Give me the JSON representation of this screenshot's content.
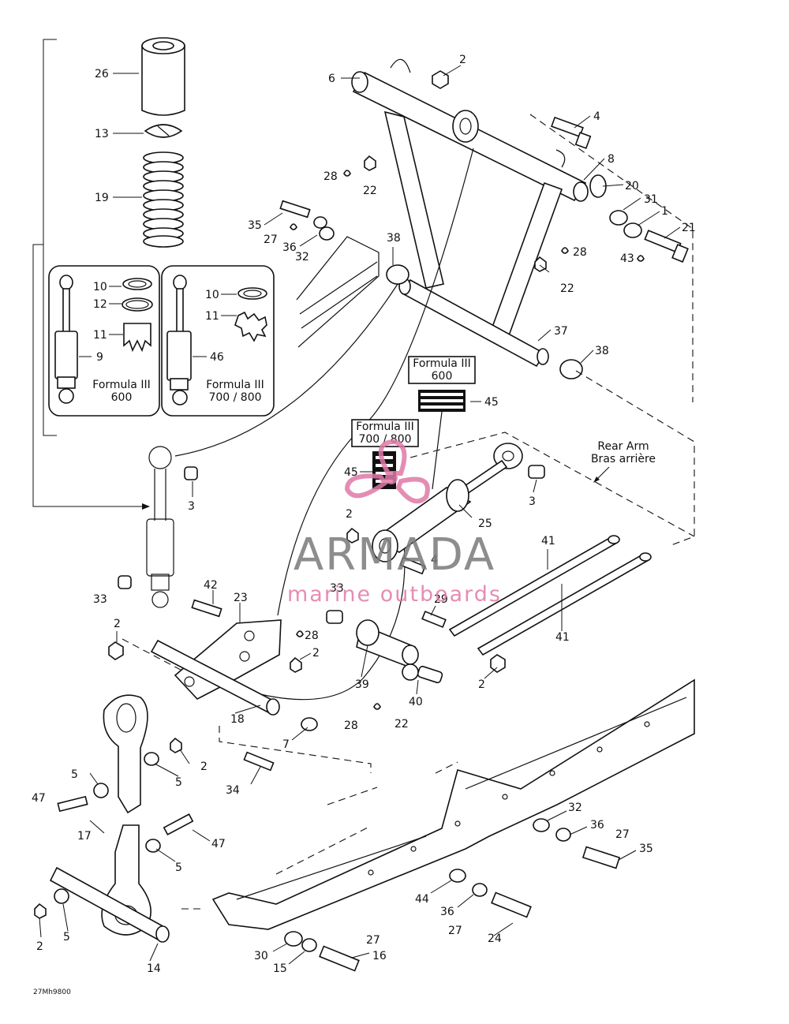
{
  "callouts": [
    {
      "id": "c26",
      "text": "26"
    },
    {
      "id": "c13",
      "text": "13"
    },
    {
      "id": "c19",
      "text": "19"
    },
    {
      "id": "c10a",
      "text": "10"
    },
    {
      "id": "c12",
      "text": "12"
    },
    {
      "id": "c11a",
      "text": "11"
    },
    {
      "id": "c9",
      "text": "9"
    },
    {
      "id": "c10b",
      "text": "10"
    },
    {
      "id": "c11b",
      "text": "11"
    },
    {
      "id": "c46",
      "text": "46"
    },
    {
      "id": "c6",
      "text": "6"
    },
    {
      "id": "c2a",
      "text": "2"
    },
    {
      "id": "c4a",
      "text": "4"
    },
    {
      "id": "c8",
      "text": "8"
    },
    {
      "id": "c20",
      "text": "20"
    },
    {
      "id": "c31",
      "text": "31"
    },
    {
      "id": "c1",
      "text": "1"
    },
    {
      "id": "c21",
      "text": "21"
    },
    {
      "id": "c43",
      "text": "43"
    },
    {
      "id": "c28a",
      "text": "28"
    },
    {
      "id": "c22a",
      "text": "22"
    },
    {
      "id": "c35a",
      "text": "35"
    },
    {
      "id": "c27a",
      "text": "27"
    },
    {
      "id": "c36a",
      "text": "36"
    },
    {
      "id": "c32a",
      "text": "32"
    },
    {
      "id": "c38a",
      "text": "38"
    },
    {
      "id": "c28b",
      "text": "28"
    },
    {
      "id": "c22b",
      "text": "22"
    },
    {
      "id": "c37",
      "text": "37"
    },
    {
      "id": "c38b",
      "text": "38"
    },
    {
      "id": "c45a",
      "text": "45"
    },
    {
      "id": "c45b",
      "text": "45"
    },
    {
      "id": "c3a",
      "text": "3"
    },
    {
      "id": "c3b",
      "text": "3"
    },
    {
      "id": "c25",
      "text": "25"
    },
    {
      "id": "c2b",
      "text": "2"
    },
    {
      "id": "c4b",
      "text": "4"
    },
    {
      "id": "c41a",
      "text": "41"
    },
    {
      "id": "c41b",
      "text": "41"
    },
    {
      "id": "c33a",
      "text": "33"
    },
    {
      "id": "c42",
      "text": "42"
    },
    {
      "id": "c23",
      "text": "23"
    },
    {
      "id": "c33b",
      "text": "33"
    },
    {
      "id": "c29",
      "text": "29"
    },
    {
      "id": "c2c",
      "text": "2"
    },
    {
      "id": "c28c",
      "text": "28"
    },
    {
      "id": "c2d",
      "text": "2"
    },
    {
      "id": "c39",
      "text": "39"
    },
    {
      "id": "c40",
      "text": "40"
    },
    {
      "id": "c2e",
      "text": "2"
    },
    {
      "id": "c18",
      "text": "18"
    },
    {
      "id": "c7",
      "text": "7"
    },
    {
      "id": "c28d",
      "text": "28"
    },
    {
      "id": "c22c",
      "text": "22"
    },
    {
      "id": "c2f",
      "text": "2"
    },
    {
      "id": "c5a",
      "text": "5"
    },
    {
      "id": "c5b",
      "text": "5"
    },
    {
      "id": "c34",
      "text": "34"
    },
    {
      "id": "c47a",
      "text": "47"
    },
    {
      "id": "c17",
      "text": "17"
    },
    {
      "id": "c47b",
      "text": "47"
    },
    {
      "id": "c5c",
      "text": "5"
    },
    {
      "id": "c2g",
      "text": "2"
    },
    {
      "id": "c5d",
      "text": "5"
    },
    {
      "id": "c14",
      "text": "14"
    },
    {
      "id": "c32b",
      "text": "32"
    },
    {
      "id": "c36b",
      "text": "36"
    },
    {
      "id": "c27b",
      "text": "27"
    },
    {
      "id": "c35b",
      "text": "35"
    },
    {
      "id": "c44",
      "text": "44"
    },
    {
      "id": "c36c",
      "text": "36"
    },
    {
      "id": "c27c",
      "text": "27"
    },
    {
      "id": "c24",
      "text": "24"
    },
    {
      "id": "c30",
      "text": "30"
    },
    {
      "id": "c27d",
      "text": "27"
    },
    {
      "id": "c15",
      "text": "15"
    },
    {
      "id": "c16",
      "text": "16"
    }
  ],
  "variant_labels": {
    "box_600": {
      "line1": "Formula III",
      "line2": "600"
    },
    "box_700": {
      "line1": "Formula III",
      "line2": "700 / 800"
    },
    "tag_600": {
      "line1": "Formula III",
      "line2": "600"
    },
    "tag_700": {
      "line1": "Formula III",
      "line2": "700 / 800"
    }
  },
  "rear_arm": {
    "line1": "Rear Arm",
    "line2": "Bras arrière"
  },
  "drawing_code": "27Mh9800",
  "watermark": {
    "brand": "ARMADA",
    "tagline": "marine outboards",
    "brand_color": "#7a7a7a",
    "accent_color": "#e07aa8"
  }
}
